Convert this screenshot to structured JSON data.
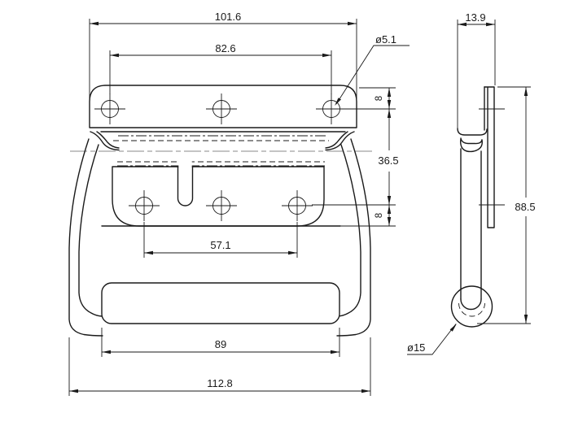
{
  "drawing": {
    "type": "engineering-dimension-drawing",
    "views": [
      "front",
      "side"
    ],
    "colors": {
      "line": "#1a1a1a",
      "centerline": "#8a8a8a",
      "background": "#ffffff"
    },
    "dims": {
      "plate_width": "101.6",
      "hole_span_top": "82.6",
      "hole_dia": "ø5.1",
      "depth": "13.9",
      "row_spacing": "36.5",
      "edge_top": "8",
      "edge_bottom": "8",
      "height": "88.5",
      "hole_span_bottom": "57.1",
      "grip_width": "89",
      "overall_width": "112.8",
      "grip_dia": "ø15"
    }
  }
}
